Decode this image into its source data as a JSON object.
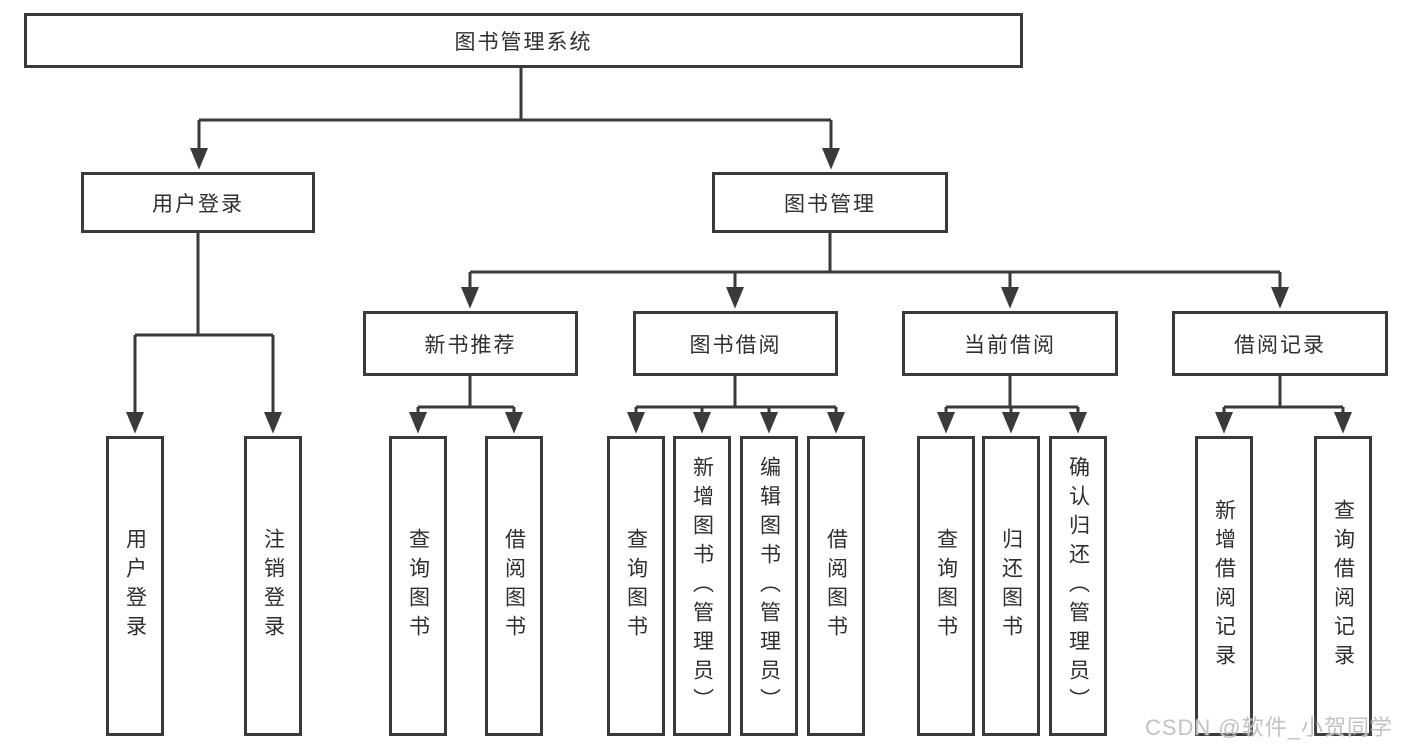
{
  "diagram": {
    "root": {
      "label": "图书管理系统"
    },
    "branches": [
      {
        "label": "用户登录",
        "children": [
          {
            "label": "用户登录"
          },
          {
            "label": "注销登录"
          }
        ]
      },
      {
        "label": "图书管理",
        "groups": [
          {
            "label": "新书推荐",
            "children": [
              {
                "label": "查询图书"
              },
              {
                "label": "借阅图书"
              }
            ]
          },
          {
            "label": "图书借阅",
            "children": [
              {
                "label": "查询图书"
              },
              {
                "label": "新增图书（管理员）"
              },
              {
                "label": "编辑图书（管理员）"
              },
              {
                "label": "借阅图书"
              }
            ]
          },
          {
            "label": "当前借阅",
            "children": [
              {
                "label": "查询图书"
              },
              {
                "label": "归还图书"
              },
              {
                "label": "确认归还（管理员）"
              }
            ]
          },
          {
            "label": "借阅记录",
            "children": [
              {
                "label": "新增借阅记录"
              },
              {
                "label": "查询借阅记录"
              }
            ]
          }
        ]
      }
    ]
  },
  "watermark": {
    "text": "CSDN @软件_小贺同学"
  },
  "colors": {
    "line": "#3a3a3a",
    "box_background": "#ffffff",
    "text": "#2f2f2f",
    "watermark": "#c2c2c2",
    "page_background": "#ffffff"
  }
}
